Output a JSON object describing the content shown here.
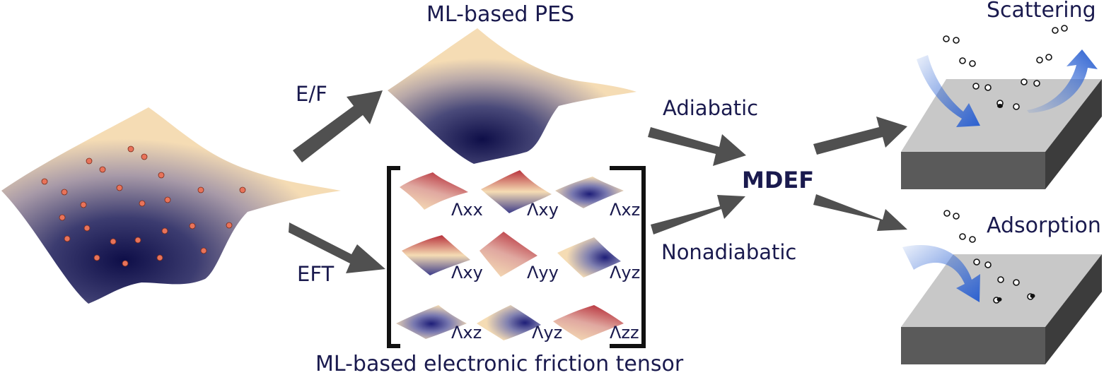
{
  "labels": {
    "ml_pes": "ML-based PES",
    "ef": "E/F",
    "eft": "EFT",
    "adiabatic": "Adiabatic",
    "nonadiabatic": "Nonadiabatic",
    "mdef": "MDEF",
    "scattering": "Scattering",
    "adsorption": "Adsorption",
    "ml_eft": "ML-based electronic friction tensor"
  },
  "tensor": [
    [
      "Λxx",
      "Λxy",
      "Λxz"
    ],
    [
      "Λxy",
      "Λyy",
      "Λyz"
    ],
    [
      "Λxz",
      "Λyz",
      "Λzz"
    ]
  ],
  "colors": {
    "surface_light": "#f5dcb4",
    "surface_dark": "#141450",
    "friction_red": "#b8323c",
    "arrow_gray": "#505050",
    "slab_top": "#c8c8c8",
    "slab_side": "#5a5a5a",
    "text": "#1a1a4e",
    "flow_arrow": "#3a6fd8",
    "data_point": "#e8735a"
  }
}
